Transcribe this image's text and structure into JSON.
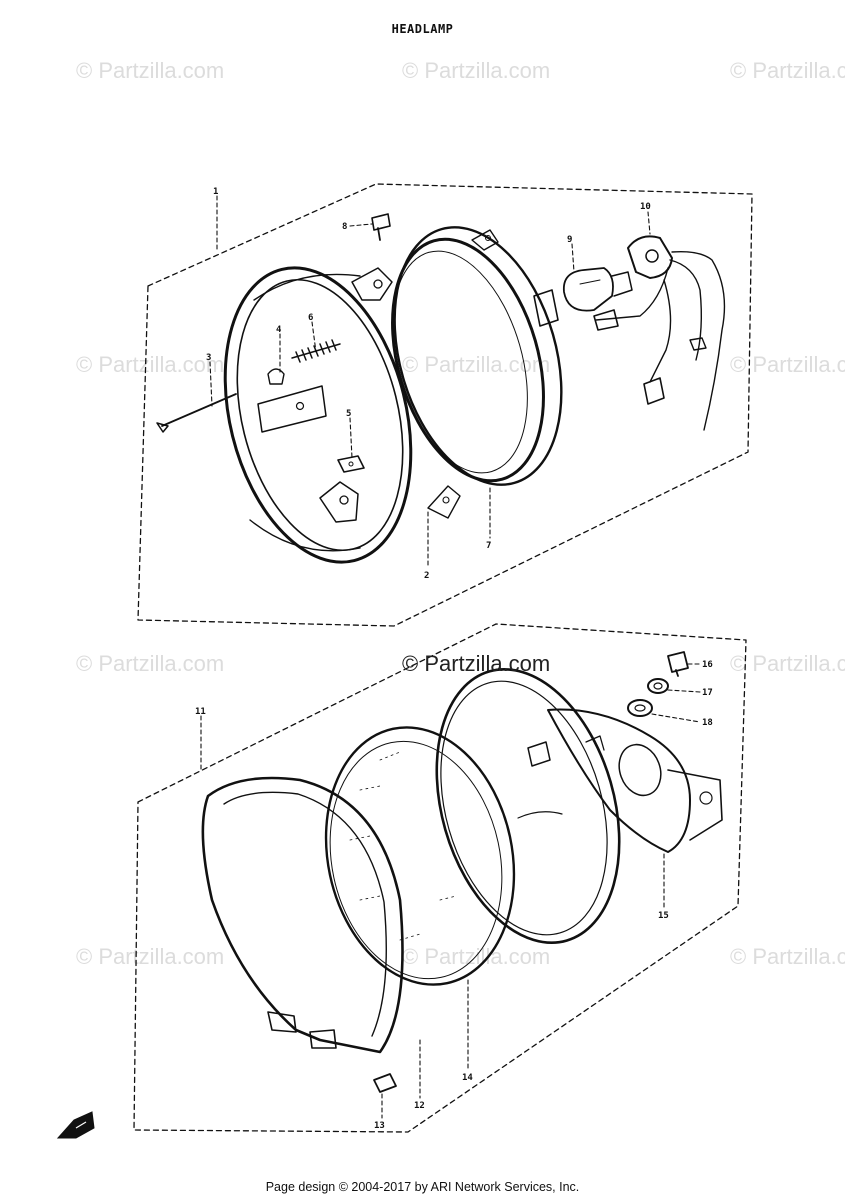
{
  "title": "HEADLAMP",
  "watermark": "© Partzilla.com",
  "footer": "Page design © 2004-2017 by ARI Network Services, Inc.",
  "callouts": [
    "1",
    "2",
    "3",
    "4",
    "5",
    "6",
    "7",
    "8",
    "9",
    "10",
    "11",
    "12",
    "13",
    "14",
    "15",
    "16",
    "17",
    "18"
  ]
}
